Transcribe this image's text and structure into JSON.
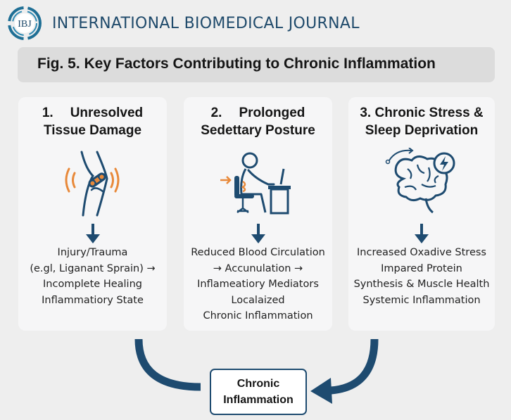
{
  "header": {
    "logo_text": "IBJ",
    "journal_name": "INTERNATIONAL BIOMEDICAL JOURNAL"
  },
  "figure": {
    "title": "Fig. 5. Key Factors Contributing to Chronic Inflammation"
  },
  "colors": {
    "primary": "#1e4b70",
    "accent": "#e8893a",
    "card_bg": "#f6f6f7",
    "title_bar_bg": "#dcdcdc"
  },
  "factors": [
    {
      "number": "1.",
      "title_line1": "Unresolved",
      "title_line2": "Tissue Damage",
      "icon": "injured-knee-icon",
      "description": [
        "Injury/Trauma",
        "(e.gl, Liganant Sprain) →",
        "Incomplete Healing",
        "Inflammatiory State"
      ]
    },
    {
      "number": "2.",
      "title_line1": "Prolonged",
      "title_line2": "Sedettary Posture",
      "icon": "desk-worker-icon",
      "description": [
        "Reduced Blood Circulation",
        "→ Accunulation →",
        "Inflameatiory Mediators",
        "Localaized",
        "Chronic Inflammation"
      ]
    },
    {
      "number": "3.",
      "title_line1": "Chronic Stress &",
      "title_line2": "Sleep Deprivation",
      "icon": "stressed-brain-icon",
      "description": [
        "Increased Oxadive Stress",
        "Impared Protein",
        "Synthesis & Muscle Health",
        "Systemic Inflammation"
      ]
    }
  ],
  "outcome": {
    "line1": "Chronic",
    "line2": "Inflammation"
  }
}
